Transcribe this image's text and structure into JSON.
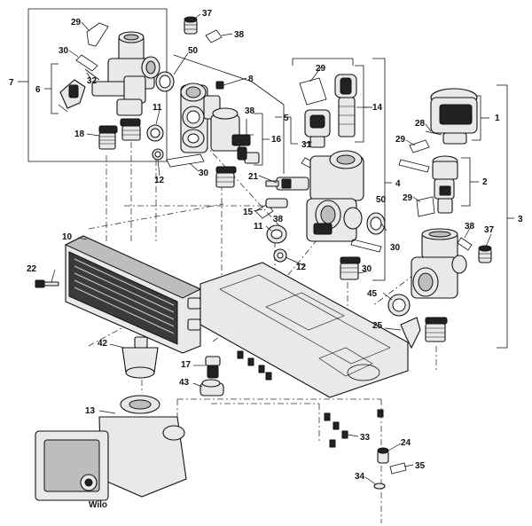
{
  "diagram": {
    "callouts": [
      "1",
      "2",
      "3",
      "4",
      "5",
      "6",
      "7",
      "8",
      "10",
      "11",
      "12",
      "13",
      "14",
      "15",
      "16",
      "17",
      "18",
      "21",
      "22",
      "24",
      "25",
      "28",
      "29",
      "30",
      "31",
      "32",
      "33",
      "34",
      "35",
      "37",
      "38",
      "42",
      "43",
      "45",
      "50"
    ],
    "brand_mark": "Wilo"
  }
}
